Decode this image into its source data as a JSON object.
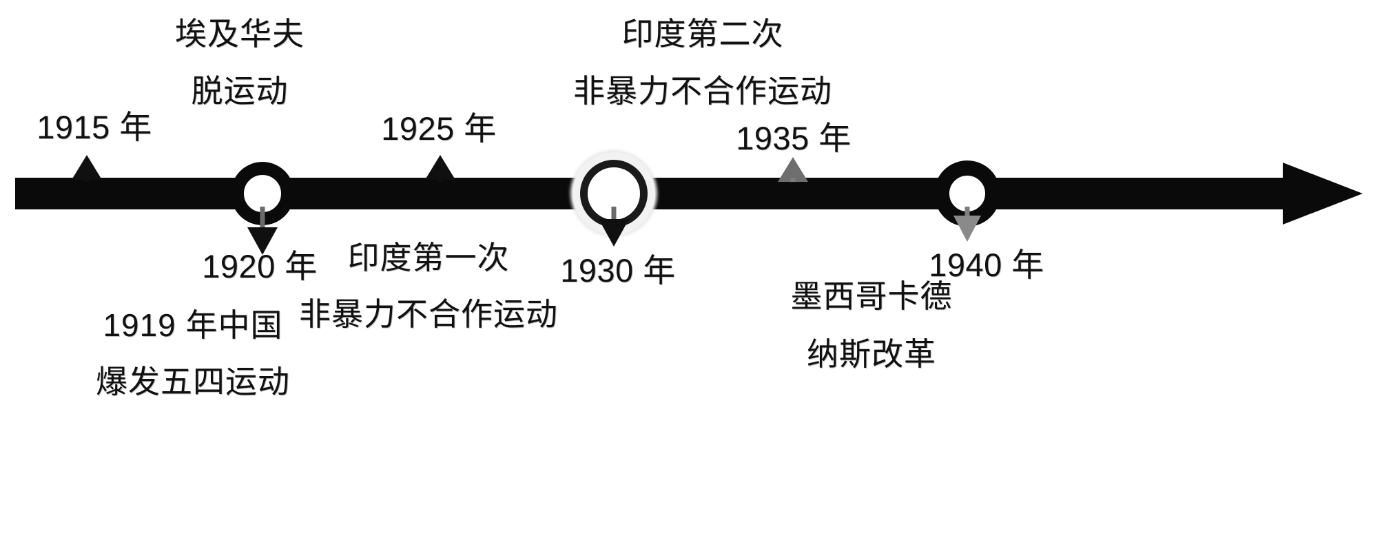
{
  "diagram": {
    "title": "世界现代史大事年表时间轴",
    "axis": {
      "orientation": "horizontal",
      "direction": "left-to-right",
      "color": "#0a0a0a"
    },
    "events": [
      {
        "id": "e1915",
        "year_label": "1915 年",
        "marker": "dot",
        "arrow": "up",
        "arrow_color": "#101010",
        "caption_lines": []
      },
      {
        "id": "e1919",
        "year_label": "",
        "marker": "none",
        "arrow": "none",
        "caption_lines": [
          "1919 年中国",
          "爆发五四运动"
        ]
      },
      {
        "id": "e1920",
        "year_label": "1920 年",
        "marker": "ring-black",
        "arrow": "down",
        "arrow_color": "#101010",
        "caption_lines": [
          "埃及华夫",
          "脱运动"
        ]
      },
      {
        "id": "e1925",
        "year_label": "1925 年",
        "marker": "dot",
        "arrow": "up",
        "arrow_color": "#101010",
        "caption_lines": [
          "印度第一次",
          "非暴力不合作运动"
        ]
      },
      {
        "id": "e1930",
        "year_label": "1930 年",
        "marker": "ring-halo",
        "arrow": "down",
        "arrow_color": "#101010",
        "caption_lines": [
          "印度第二次",
          "非暴力不合作运动"
        ]
      },
      {
        "id": "e1935",
        "year_label": "1935 年",
        "marker": "dot",
        "arrow": "up",
        "arrow_color": "#6e6e6e",
        "caption_lines": []
      },
      {
        "id": "e1940",
        "year_label": "1940 年",
        "marker": "ring-endcap",
        "arrow": "down",
        "arrow_color": "#8a8a8a",
        "caption_lines": [
          "墨西哥卡德",
          "纳斯改革"
        ]
      }
    ],
    "labels": {
      "egypt_line1": "埃及华夫",
      "egypt_line2": "脱运动",
      "india2_line1": "印度第二次",
      "india2_line2": "非暴力不合作运动",
      "india1_line1": "印度第一次",
      "india1_line2": "非暴力不合作运动",
      "china_line1": "1919 年中国",
      "china_line2": "爆发五四运动",
      "mexico_line1": "墨西哥卡德",
      "mexico_line2": "纳斯改革",
      "y1915": "1915 年",
      "y1920": "1920 年",
      "y1925": "1925 年",
      "y1930": "1930 年",
      "y1935": "1935 年",
      "y1940": "1940 年"
    }
  }
}
